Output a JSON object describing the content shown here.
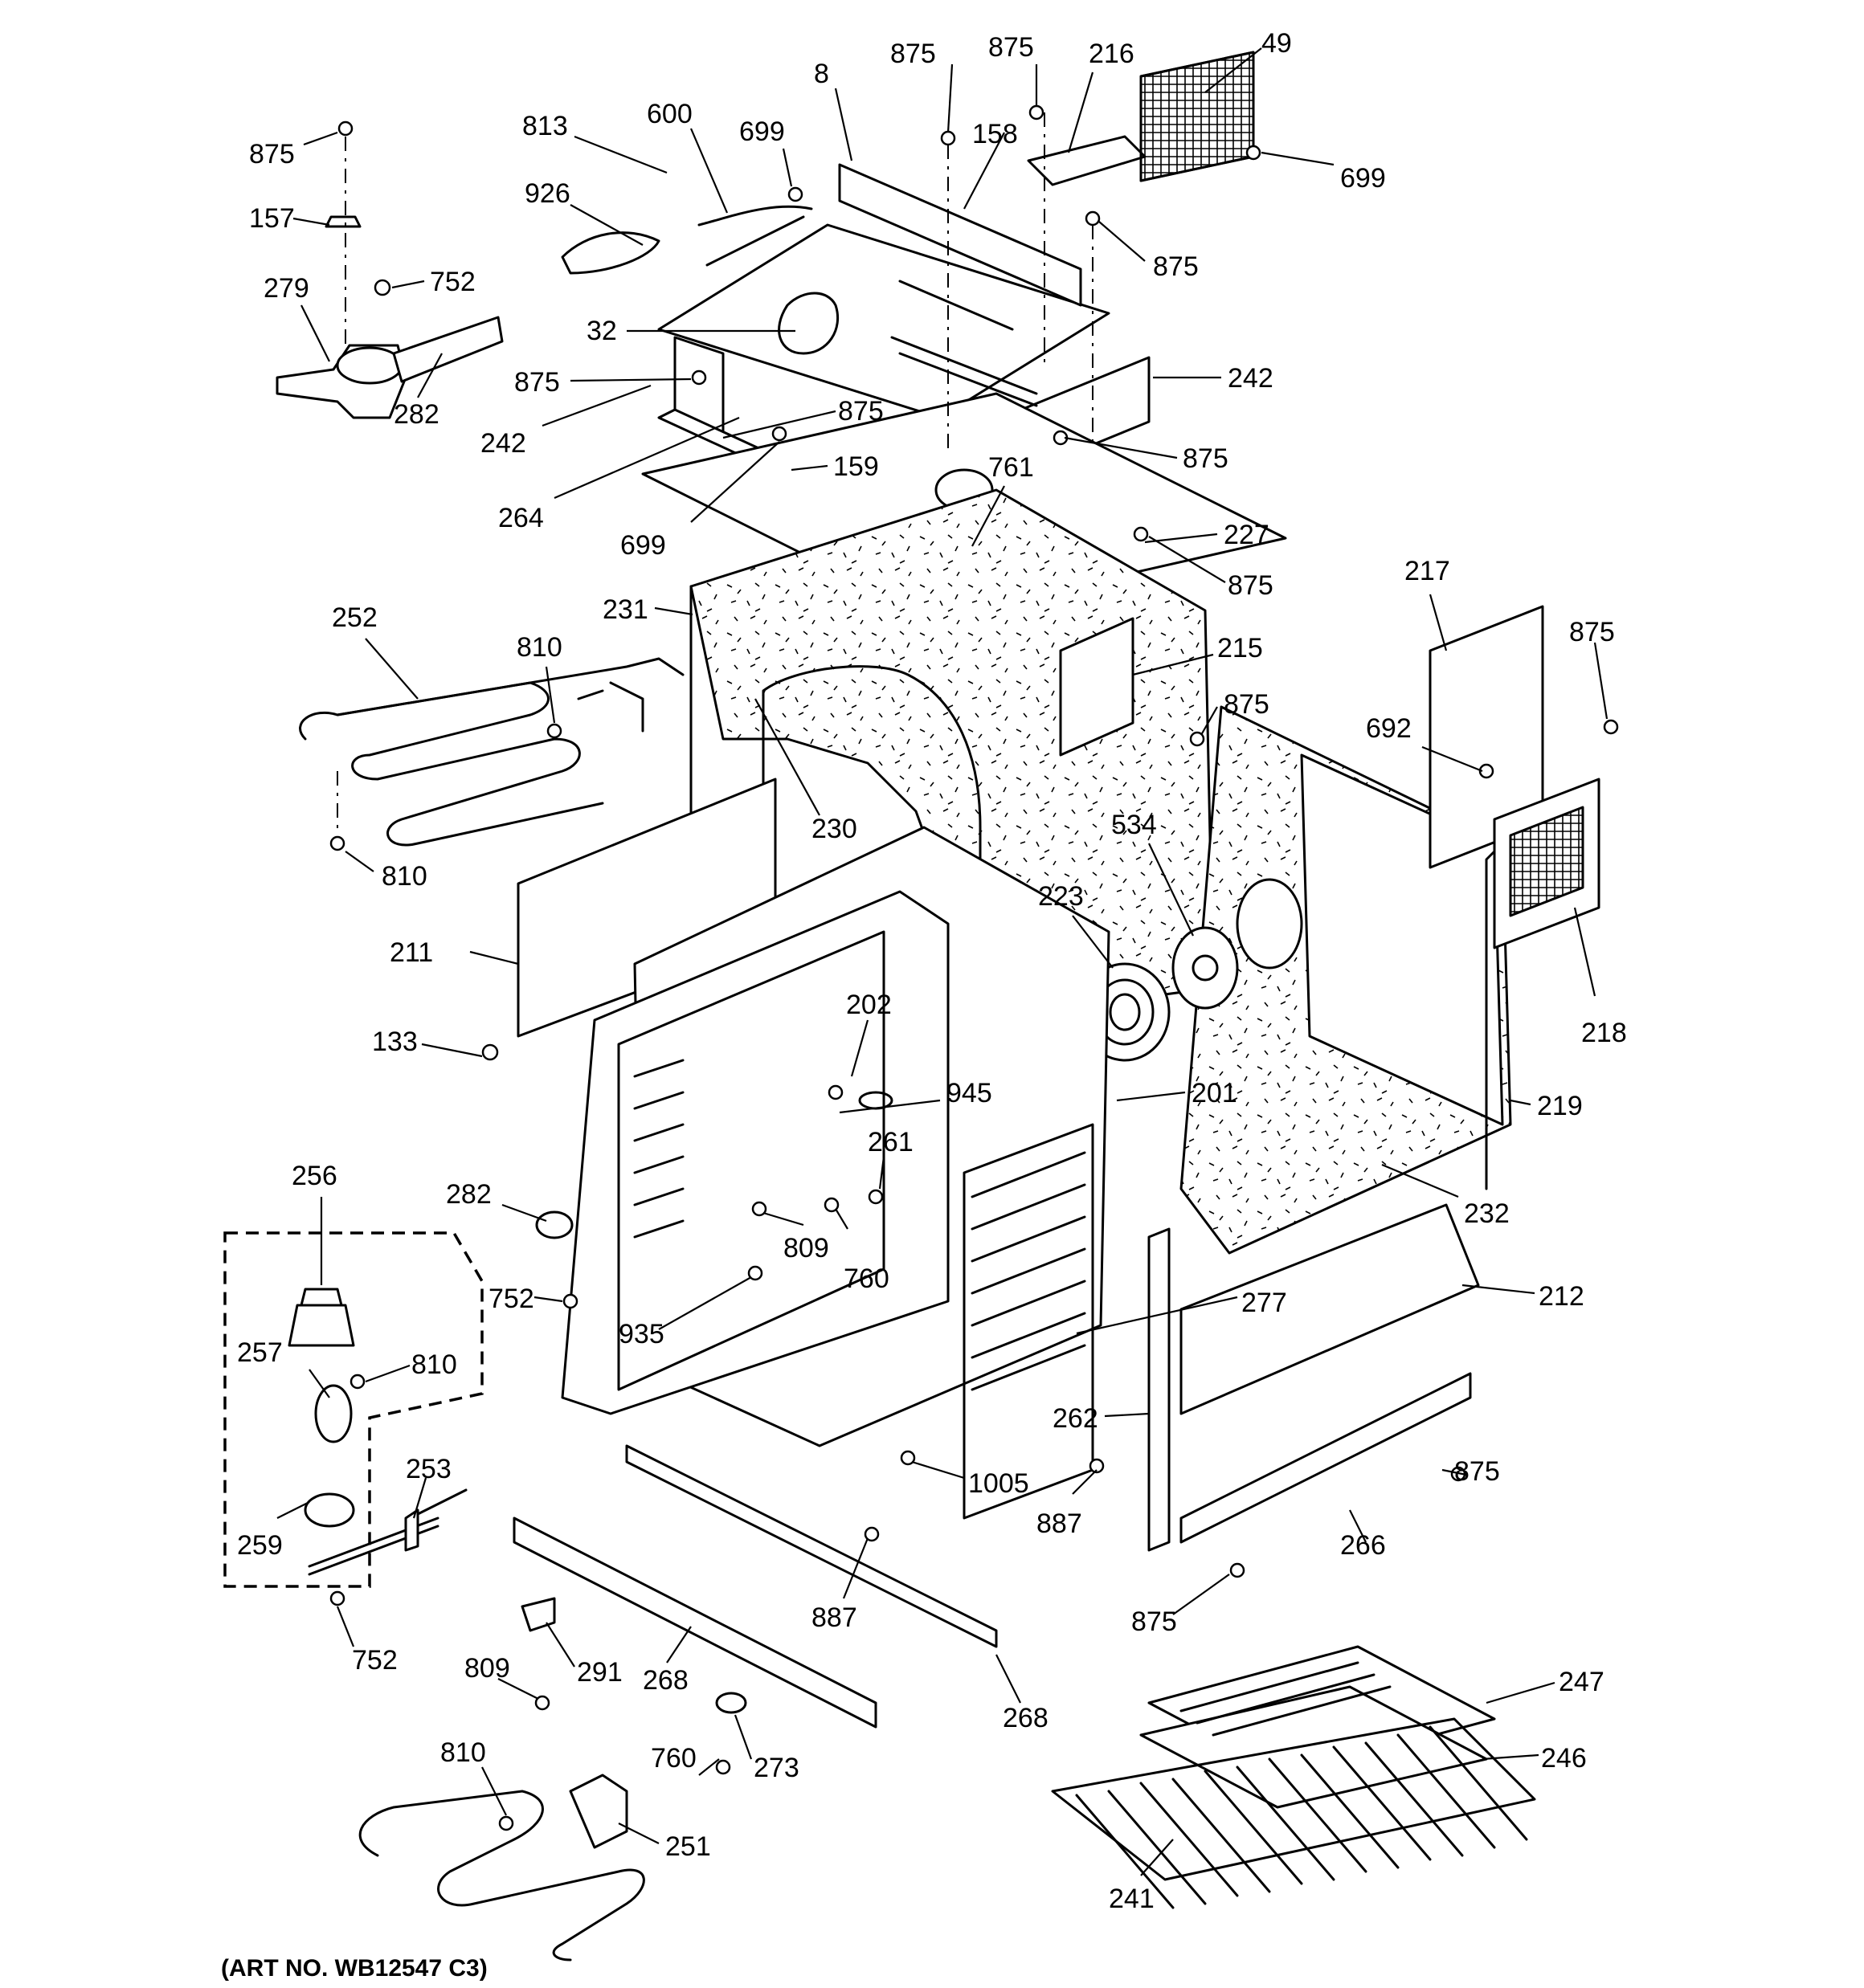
{
  "diagram": {
    "art_number": "(ART NO. WB12547 C3)",
    "callouts": [
      {
        "id": "c-875-a",
        "text": "875"
      },
      {
        "id": "c-157",
        "text": "157"
      },
      {
        "id": "c-752-a",
        "text": "752"
      },
      {
        "id": "c-279",
        "text": "279"
      },
      {
        "id": "c-282-a",
        "text": "282"
      },
      {
        "id": "c-813",
        "text": "813"
      },
      {
        "id": "c-926",
        "text": "926"
      },
      {
        "id": "c-600",
        "text": "600"
      },
      {
        "id": "c-699-a",
        "text": "699"
      },
      {
        "id": "c-8",
        "text": "8"
      },
      {
        "id": "c-875-b",
        "text": "875"
      },
      {
        "id": "c-158",
        "text": "158"
      },
      {
        "id": "c-875-c",
        "text": "875"
      },
      {
        "id": "c-216",
        "text": "216"
      },
      {
        "id": "c-49",
        "text": "49"
      },
      {
        "id": "c-699-b",
        "text": "699"
      },
      {
        "id": "c-875-d",
        "text": "875"
      },
      {
        "id": "c-32",
        "text": "32"
      },
      {
        "id": "c-875-e",
        "text": "875"
      },
      {
        "id": "c-242-a",
        "text": "242"
      },
      {
        "id": "c-242-b",
        "text": "242"
      },
      {
        "id": "c-875-f",
        "text": "875"
      },
      {
        "id": "c-875-g",
        "text": "875"
      },
      {
        "id": "c-159",
        "text": "159"
      },
      {
        "id": "c-761",
        "text": "761"
      },
      {
        "id": "c-264",
        "text": "264"
      },
      {
        "id": "c-699-c",
        "text": "699"
      },
      {
        "id": "c-227",
        "text": "227"
      },
      {
        "id": "c-875-h",
        "text": "875"
      },
      {
        "id": "c-231",
        "text": "231"
      },
      {
        "id": "c-252",
        "text": "252"
      },
      {
        "id": "c-810-a",
        "text": "810"
      },
      {
        "id": "c-215",
        "text": "215"
      },
      {
        "id": "c-217",
        "text": "217"
      },
      {
        "id": "c-875-i",
        "text": "875"
      },
      {
        "id": "c-875-j",
        "text": "875"
      },
      {
        "id": "c-692",
        "text": "692"
      },
      {
        "id": "c-230",
        "text": "230"
      },
      {
        "id": "c-810-b",
        "text": "810"
      },
      {
        "id": "c-534",
        "text": "534"
      },
      {
        "id": "c-223",
        "text": "223"
      },
      {
        "id": "c-211",
        "text": "211"
      },
      {
        "id": "c-218",
        "text": "218"
      },
      {
        "id": "c-202",
        "text": "202"
      },
      {
        "id": "c-133",
        "text": "133"
      },
      {
        "id": "c-945",
        "text": "945"
      },
      {
        "id": "c-201",
        "text": "201"
      },
      {
        "id": "c-219",
        "text": "219"
      },
      {
        "id": "c-256",
        "text": "256"
      },
      {
        "id": "c-261",
        "text": "261"
      },
      {
        "id": "c-282-b",
        "text": "282"
      },
      {
        "id": "c-232",
        "text": "232"
      },
      {
        "id": "c-809-a",
        "text": "809"
      },
      {
        "id": "c-760-a",
        "text": "760"
      },
      {
        "id": "c-212",
        "text": "212"
      },
      {
        "id": "c-752-b",
        "text": "752"
      },
      {
        "id": "c-277",
        "text": "277"
      },
      {
        "id": "c-935",
        "text": "935"
      },
      {
        "id": "c-257",
        "text": "257"
      },
      {
        "id": "c-810-c",
        "text": "810"
      },
      {
        "id": "c-262",
        "text": "262"
      },
      {
        "id": "c-1005",
        "text": "1005"
      },
      {
        "id": "c-253",
        "text": "253"
      },
      {
        "id": "c-887-a",
        "text": "887"
      },
      {
        "id": "c-875-k",
        "text": "875"
      },
      {
        "id": "c-266",
        "text": "266"
      },
      {
        "id": "c-259",
        "text": "259"
      },
      {
        "id": "c-887-b",
        "text": "887"
      },
      {
        "id": "c-875-l",
        "text": "875"
      },
      {
        "id": "c-752-c",
        "text": "752"
      },
      {
        "id": "c-809-b",
        "text": "809"
      },
      {
        "id": "c-291",
        "text": "291"
      },
      {
        "id": "c-268-a",
        "text": "268"
      },
      {
        "id": "c-268-b",
        "text": "268"
      },
      {
        "id": "c-247",
        "text": "247"
      },
      {
        "id": "c-810-d",
        "text": "810"
      },
      {
        "id": "c-760-b",
        "text": "760"
      },
      {
        "id": "c-273",
        "text": "273"
      },
      {
        "id": "c-246",
        "text": "246"
      },
      {
        "id": "c-251",
        "text": "251"
      },
      {
        "id": "c-241",
        "text": "241"
      }
    ]
  }
}
